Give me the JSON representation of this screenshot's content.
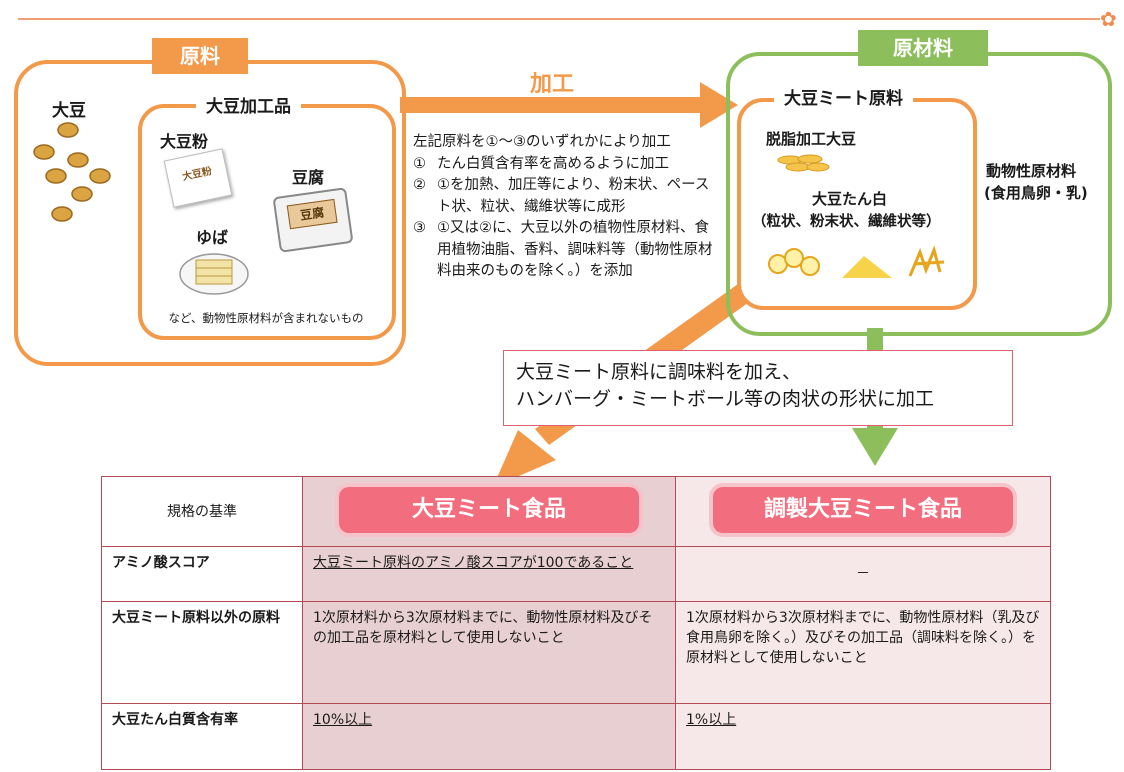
{
  "raw_section": {
    "tag": "原料",
    "soybean_label": "大豆",
    "processed_group": {
      "title": "大豆加工品",
      "flour": "大豆粉",
      "flour_bag_text": "大豆粉",
      "tofu": "豆腐",
      "tofu_pack_text": "豆腐",
      "yuba": "ゆば",
      "note": "など、動物性原材料が含まれないもの"
    }
  },
  "process_arrow": {
    "label": "加工"
  },
  "process_text": {
    "intro": "左記原料を①～③のいずれかにより加工",
    "steps": [
      {
        "num": "①",
        "text": "たん白質含有率を高めるように加工"
      },
      {
        "num": "②",
        "text": "①を加熱、加圧等により、粉末状、ペースト状、粒状、繊維状等に成形"
      },
      {
        "num": "③",
        "text": "①又は②に、大豆以外の植物性原材料、食用植物油脂、香料、調味料等（動物性原材料由来のものを除く。）を添加"
      }
    ]
  },
  "material_section": {
    "tag": "原材料",
    "meat_group": {
      "title": "大豆ミート原料",
      "defatted": "脱脂加工大豆",
      "protein": "大豆たん白",
      "protein_forms": "（粒状、粉末状、繊維状等）"
    },
    "animal_label": "動物性原材料",
    "animal_sub": "(食用鳥卵・乳)"
  },
  "callout": {
    "line1": "大豆ミート原料に調味料を加え、",
    "line2": "ハンバーグ・ミートボール等の肉状の形状に加工"
  },
  "table": {
    "header_label": "規格の基準",
    "col1": "大豆ミート食品",
    "col2": "調製大豆ミート食品",
    "rows": [
      {
        "label": "アミノ酸スコア",
        "col1": "大豆ミート原料のアミノ酸スコアが100であること",
        "col2": "－"
      },
      {
        "label": "大豆ミート原料以外の原料",
        "col1": "1次原材料から3次原材料までに、動物性原材料及びその加工品を原材料として使用しないこと",
        "col2": "1次原材料から3次原材料までに、動物性原材料（乳及び食用鳥卵を除く。）及びその加工品（調味料を除く。）を原材料として使用しないこと"
      },
      {
        "label": "大豆たん白質含有率",
        "col1": "10%以上",
        "col2": "1%以上"
      }
    ]
  },
  "colors": {
    "orange": "#f2994a",
    "green": "#8cbf5c",
    "pink": "#f26d7d",
    "table_border": "#b34a55"
  },
  "icons": [
    "flower-icon",
    "soybean-icon",
    "flour-bag-icon",
    "tofu-pack-icon",
    "yuba-plate-icon",
    "defatted-soy-icon",
    "soy-protein-icon"
  ]
}
